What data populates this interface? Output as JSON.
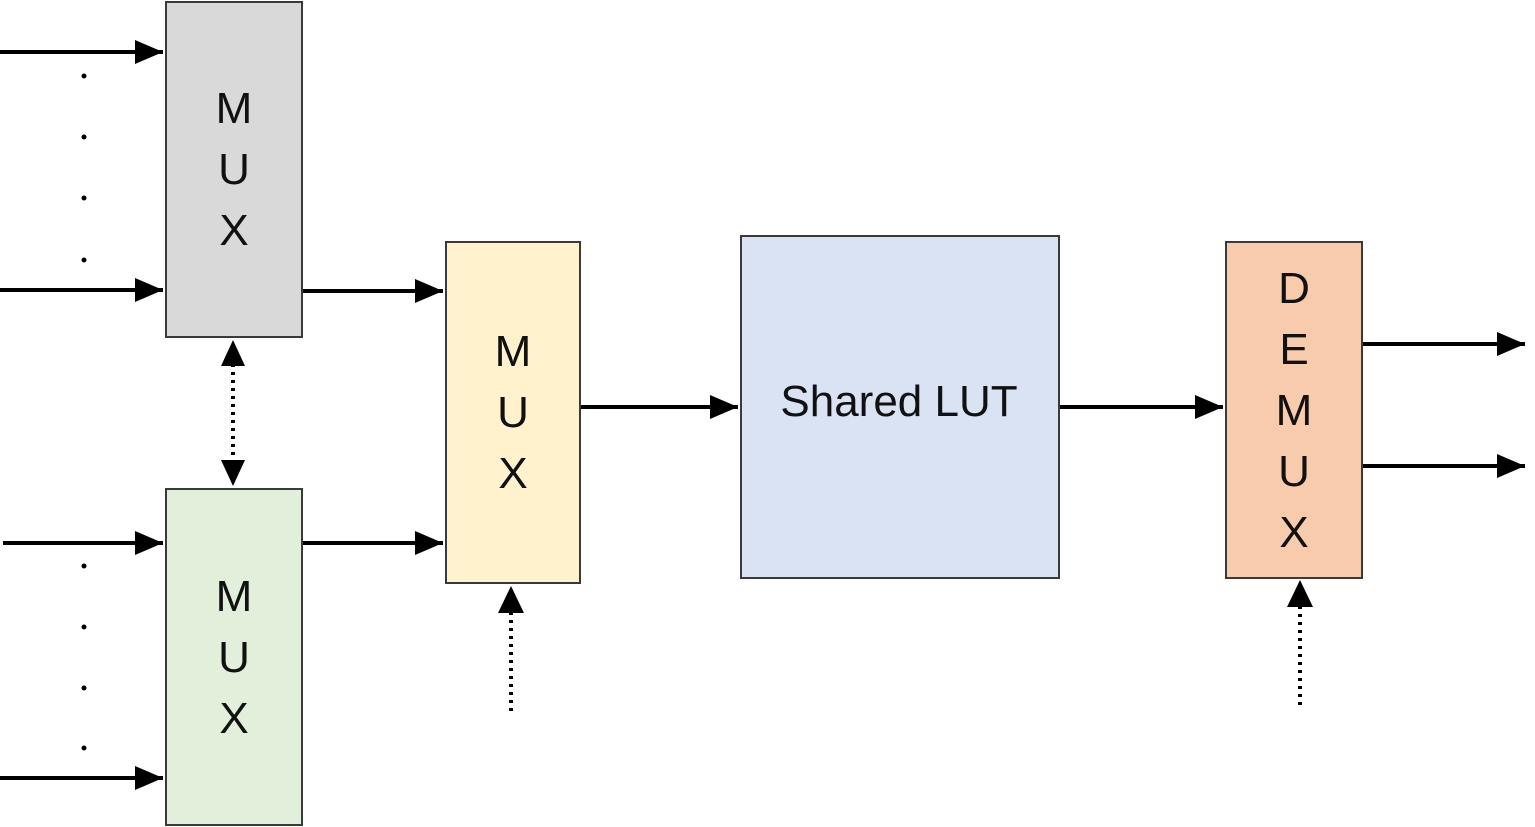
{
  "blocks": {
    "mux_top": {
      "letters": [
        "M",
        "U",
        "X"
      ],
      "fill": "#d9d9d9"
    },
    "mux_bottom": {
      "letters": [
        "M",
        "U",
        "X"
      ],
      "fill": "#e2efda"
    },
    "mux_middle": {
      "letters": [
        "M",
        "U",
        "X"
      ],
      "fill": "#fff2cc"
    },
    "shared_lut": {
      "label": "Shared LUT",
      "fill": "#dae3f3"
    },
    "demux": {
      "letters": [
        "D",
        "E",
        "M",
        "U",
        "X"
      ],
      "fill": "#f8cbad"
    }
  },
  "colors": {
    "stroke": "#000000",
    "border": "#3a3a3a"
  }
}
